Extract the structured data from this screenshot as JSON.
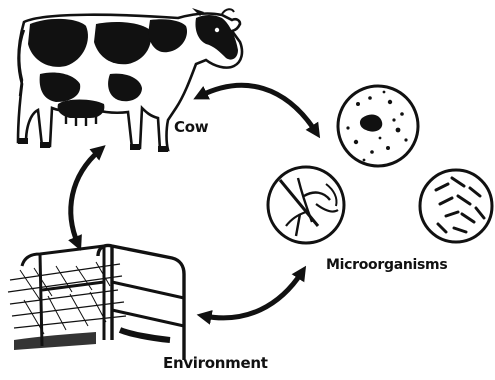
{
  "nodes": {
    "cow": {
      "label": "Cow",
      "icon": "cow-illustration"
    },
    "microorganisms": {
      "label": "Microorganisms",
      "icon": "microorganism-circles"
    },
    "environment": {
      "label": "Environment",
      "icon": "stall-fence-bedding"
    }
  },
  "edges": [
    {
      "from": "cow",
      "to": "microorganisms",
      "style": "double-headed-arrow"
    },
    {
      "from": "cow",
      "to": "environment",
      "style": "double-headed-arrow"
    },
    {
      "from": "environment",
      "to": "microorganisms",
      "style": "double-headed-arrow"
    }
  ],
  "colors": {
    "ink": "#111111",
    "background": "#ffffff"
  }
}
